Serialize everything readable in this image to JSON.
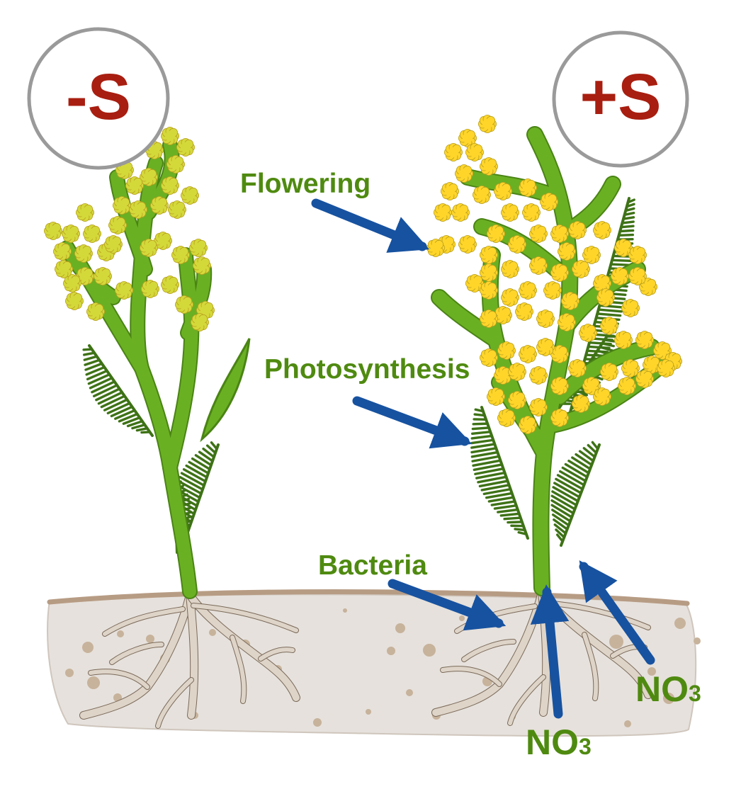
{
  "colors": {
    "label_green": "#4f8a10",
    "arrow_blue": "#1752a0",
    "badge_red": "#a81e10",
    "badge_ring": "#9a9a9a",
    "stem_green": "#6ab023",
    "stem_outline": "#4a8414",
    "frond_dark": "#3e7216",
    "soil_fill": "#e6e1dc",
    "soil_top": "#b79c84",
    "pebble": "#c7b29b",
    "root": "#ded4c8",
    "root_outline": "#7a6a5a",
    "flower_pale": "#d4d93a",
    "flower_bright": "#ffd52a"
  },
  "badges": {
    "left": "-S",
    "right": "+S"
  },
  "labels": {
    "flowering": "Flowering",
    "photosynthesis": "Photosynthesis",
    "bacteria": "Bacteria",
    "nitrate_center": {
      "main": "NO",
      "sub": "3"
    },
    "nitrate_right": {
      "main": "NO",
      "sub": "3"
    }
  },
  "icons": [
    "soil",
    "plant",
    "flower-cluster",
    "frond",
    "root-system",
    "arrow"
  ]
}
